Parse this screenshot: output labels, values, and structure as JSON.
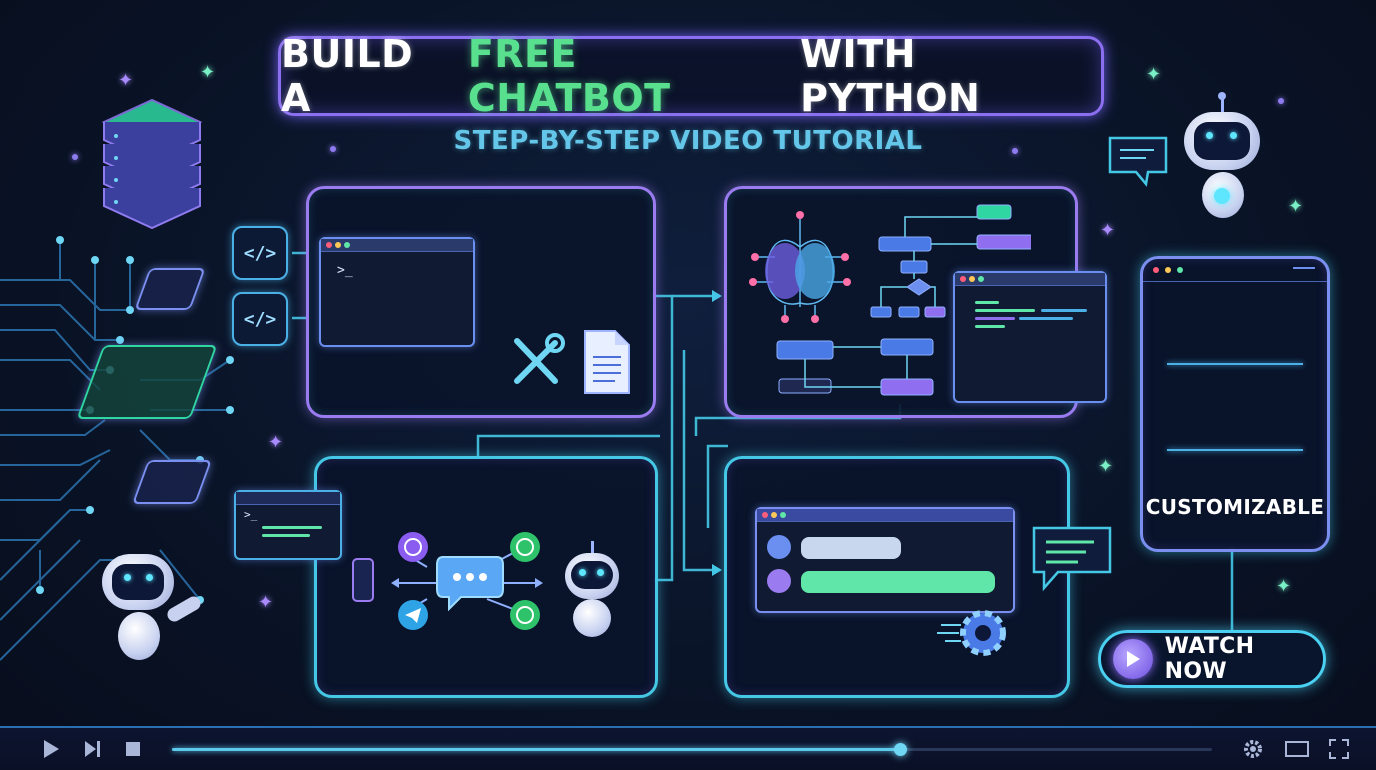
{
  "title": {
    "part1": "BUILD A",
    "highlight": "FREE CHATBOT",
    "part2": "WITH PYTHON"
  },
  "subtitle": "STEP-BY-STEP VIDEO TUTORIAL",
  "side_panel": {
    "label": "CUSTOMIZABLE"
  },
  "cta": {
    "label": "WATCH NOW"
  },
  "terminal_prompt": ">_",
  "player": {
    "progress": 0.7
  },
  "colors": {
    "accent_cyan": "#44c8e6",
    "accent_purple": "#8b6ff0",
    "accent_green": "#58e08e",
    "background": "#0a1428"
  },
  "icons": [
    "code-icon",
    "wrench-screwdriver-icon",
    "document-icon",
    "brain-icon",
    "flowchart-icon",
    "phone-icon",
    "viber-icon",
    "telegram-icon",
    "whatsapp-icon",
    "chat-bubble-icon",
    "gear-icon",
    "robot-icon",
    "server-stack-icon",
    "play-icon",
    "next-icon",
    "stop-icon",
    "settings-icon",
    "theater-mode-icon",
    "fullscreen-icon"
  ]
}
